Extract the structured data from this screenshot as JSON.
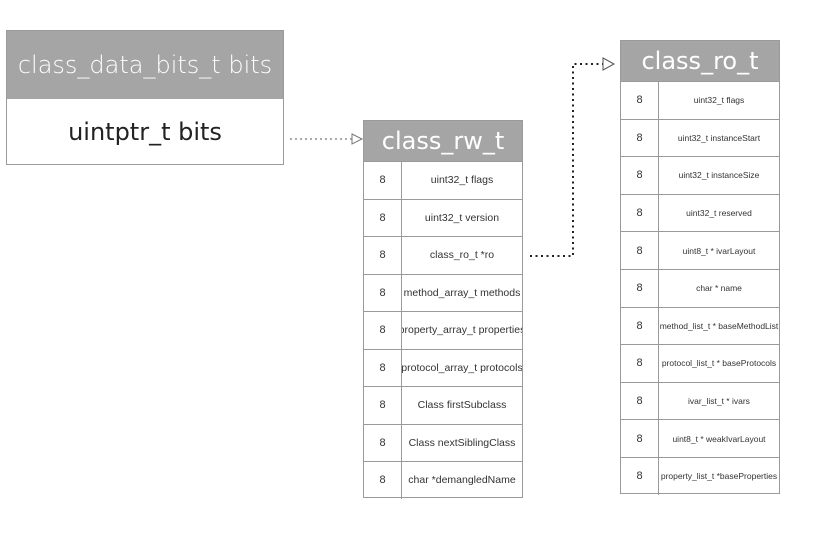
{
  "bits_box": {
    "title": "class_data_bits_t bits",
    "body": "uintptr_t bits"
  },
  "class_rw_t": {
    "title": "class_rw_t",
    "rows": [
      {
        "size": "8",
        "field": "uint32_t flags"
      },
      {
        "size": "8",
        "field": "uint32_t version"
      },
      {
        "size": "8",
        "field": "class_ro_t *ro"
      },
      {
        "size": "8",
        "field": "method_array_t methods"
      },
      {
        "size": "8",
        "field": "property_array_t properties"
      },
      {
        "size": "8",
        "field": "protocol_array_t protocols"
      },
      {
        "size": "8",
        "field": "Class firstSubclass"
      },
      {
        "size": "8",
        "field": "Class nextSiblingClass"
      },
      {
        "size": "8",
        "field": "char *demangledName"
      }
    ]
  },
  "class_ro_t": {
    "title": "class_ro_t",
    "rows": [
      {
        "size": "8",
        "field": "uint32_t flags"
      },
      {
        "size": "8",
        "field": "uint32_t instanceStart"
      },
      {
        "size": "8",
        "field": "uint32_t instanceSize"
      },
      {
        "size": "8",
        "field": "uint32_t reserved"
      },
      {
        "size": "8",
        "field": "uint8_t * ivarLayout"
      },
      {
        "size": "8",
        "field": "char * name"
      },
      {
        "size": "8",
        "field": "method_list_t * baseMethodList"
      },
      {
        "size": "8",
        "field": "protocol_list_t * baseProtocols"
      },
      {
        "size": "8",
        "field": "ivar_list_t * ivars"
      },
      {
        "size": "8",
        "field": "uint8_t * weakIvarLayout"
      },
      {
        "size": "8",
        "field": "property_list_t *baseProperties"
      }
    ]
  }
}
